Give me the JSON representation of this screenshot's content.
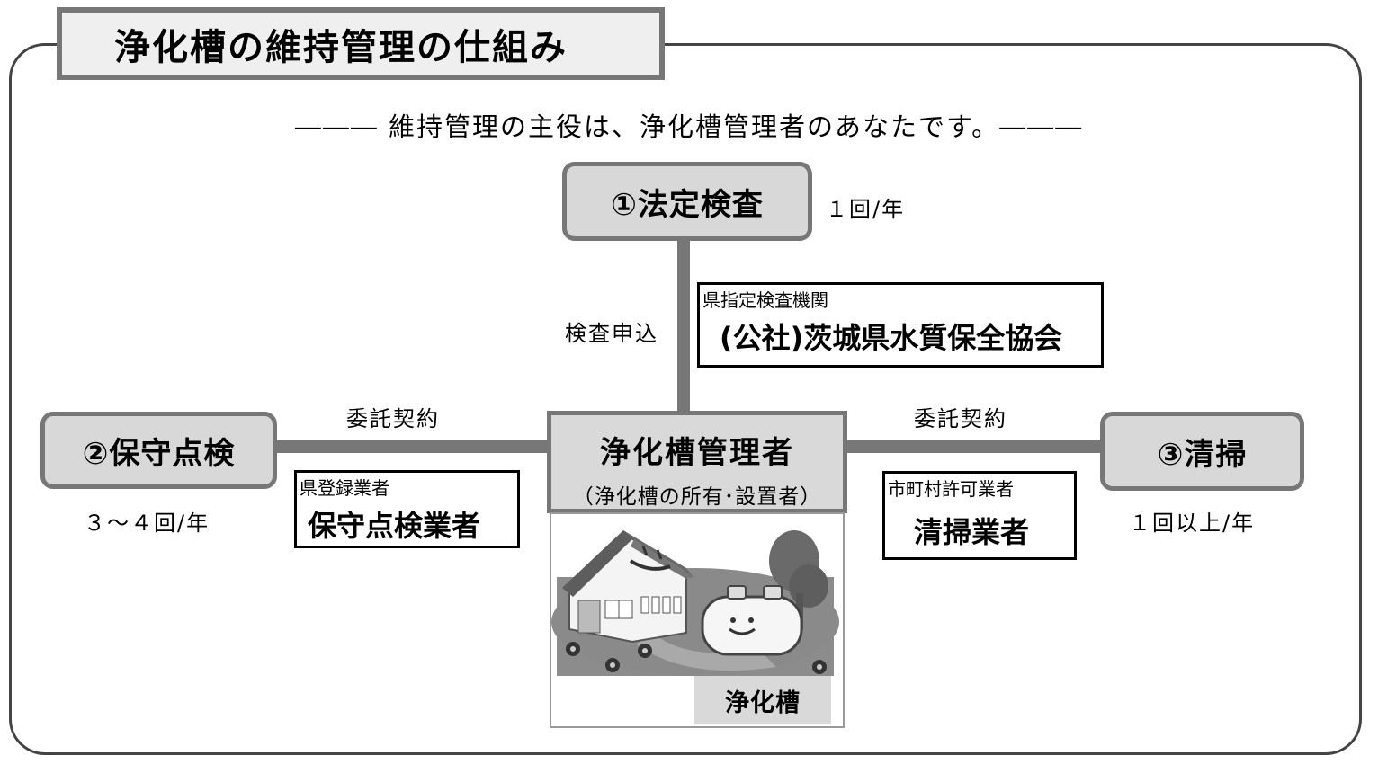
{
  "title": "浄化槽の維持管理の仕組み",
  "subtitle": "――― 維持管理の主役は、浄化槽管理者のあなたです。―――",
  "center": {
    "label": "浄化槽管理者",
    "sublabel": "（浄化槽の所有･設置者）",
    "caption": "浄化槽"
  },
  "inspection": {
    "label": "①法定検査",
    "frequency": "１回/年",
    "link_label": "検査申込",
    "agency_type": "県指定検査機関",
    "agency_name": "(公社)茨城県水質保全協会"
  },
  "maintenance": {
    "label": "②保守点検",
    "frequency": "３～４回/年",
    "link_label": "委託契約",
    "vendor_type": "県登録業者",
    "vendor_name": "保守点検業者"
  },
  "cleaning": {
    "label": "③清掃",
    "frequency": "１回以上/年",
    "link_label": "委託契約",
    "vendor_type": "市町村許可業者",
    "vendor_name": "清掃業者"
  },
  "colors": {
    "line": "#777777",
    "node_fill": "#d8d8d8",
    "frame": "#444444"
  }
}
